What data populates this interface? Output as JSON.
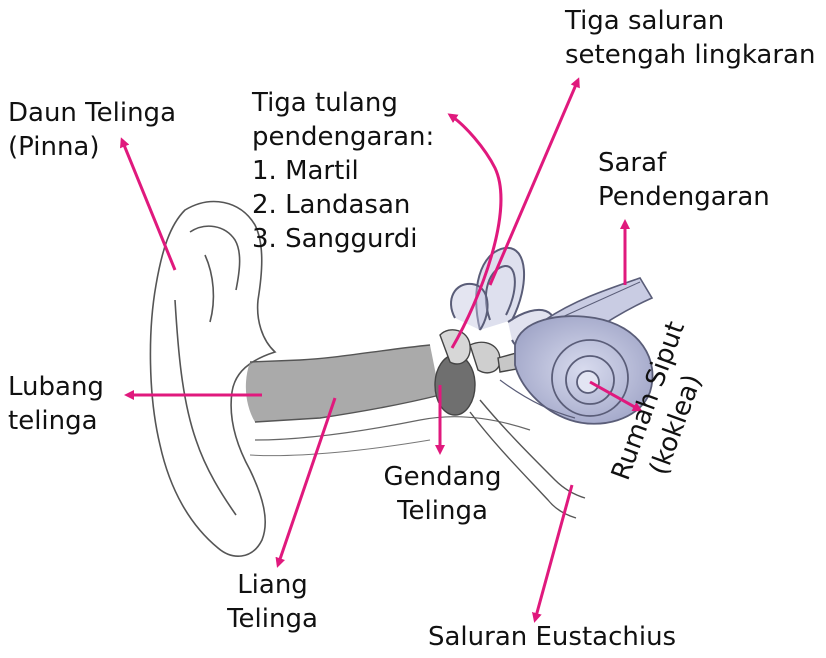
{
  "colors": {
    "arrow": "#e0197d",
    "outline": "#555555",
    "inner_ear": "#b9bdd9",
    "canal_shade": "#9a9a9a"
  },
  "labels": {
    "pinna": [
      "Daun Telinga",
      "(Pinna)"
    ],
    "ossicles": [
      "Tiga tulang",
      "pendengaran:",
      "1. Martil",
      "2. Landasan",
      "3. Sanggurdi"
    ],
    "canals": [
      "Tiga saluran",
      "setengah lingkaran"
    ],
    "nerve": [
      "Saraf",
      "Pendengaran"
    ],
    "ear_opening": [
      "Lubang",
      "telinga"
    ],
    "eardrum": [
      "Gendang",
      "Telinga"
    ],
    "ear_canal": [
      "Liang",
      "Telinga"
    ],
    "cochlea": [
      "Rumah Siput",
      "(koklea)"
    ],
    "eustachian": [
      "Saluran Eustachius"
    ]
  }
}
